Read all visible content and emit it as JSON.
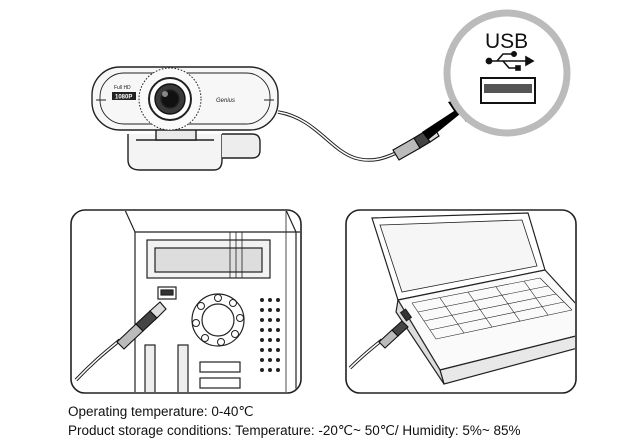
{
  "webcam": {
    "badge_line1": "Full HD",
    "badge_line2": "1080P",
    "brand": "Genius"
  },
  "usb_port": {
    "label": "USB",
    "symbol": "usb-trident-icon"
  },
  "panels": {
    "desktop": {
      "icon": "desktop-tower-icon"
    },
    "laptop": {
      "icon": "laptop-icon"
    }
  },
  "specs": {
    "operating": "Operating temperature: 0-40℃",
    "storage": "Product storage conditions: Temperature: -20℃~ 50℃/ Humidity: 5%~ 85%"
  }
}
